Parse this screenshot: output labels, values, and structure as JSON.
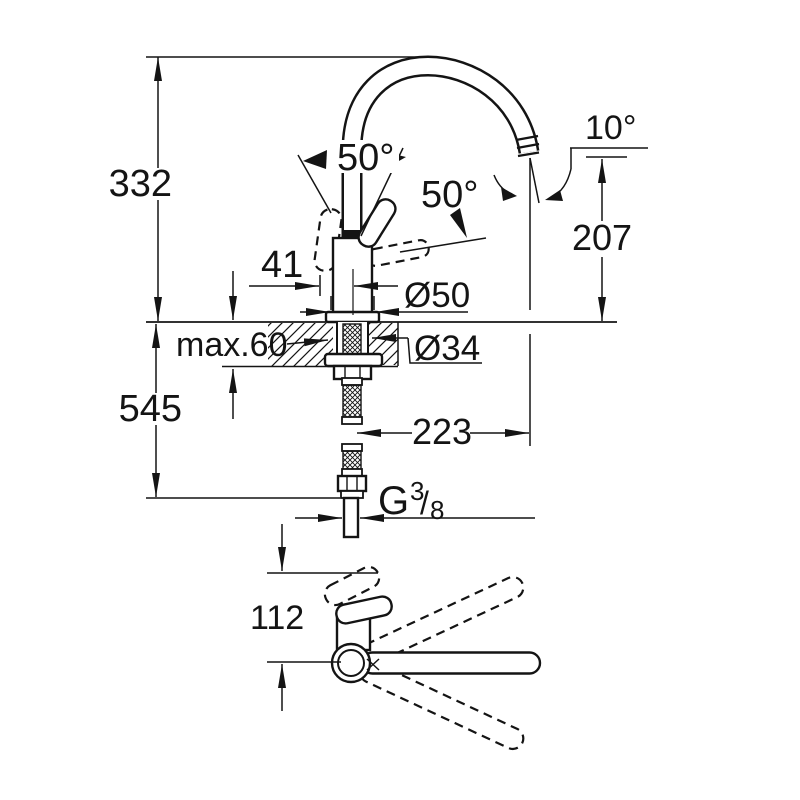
{
  "drawing": {
    "type": "faucet installation dimension drawing",
    "background_color": "#ffffff",
    "line_color": "#141414",
    "labels": {
      "height_above_deck": "332",
      "height_below_total": "545",
      "spout_offset": "41",
      "body_diameter": "Ø50",
      "max_deck_thickness": "max.60",
      "hole_diameter": "Ø34",
      "spout_reach": "223",
      "outlet_height": "207",
      "outlet_angle": "10°",
      "handle_swing_front": "50°",
      "handle_swing_side": "50°",
      "base_depth": "112",
      "thread_letter": "G",
      "thread_numerator": "3",
      "thread_divider": "/",
      "thread_denominator": "8"
    }
  }
}
